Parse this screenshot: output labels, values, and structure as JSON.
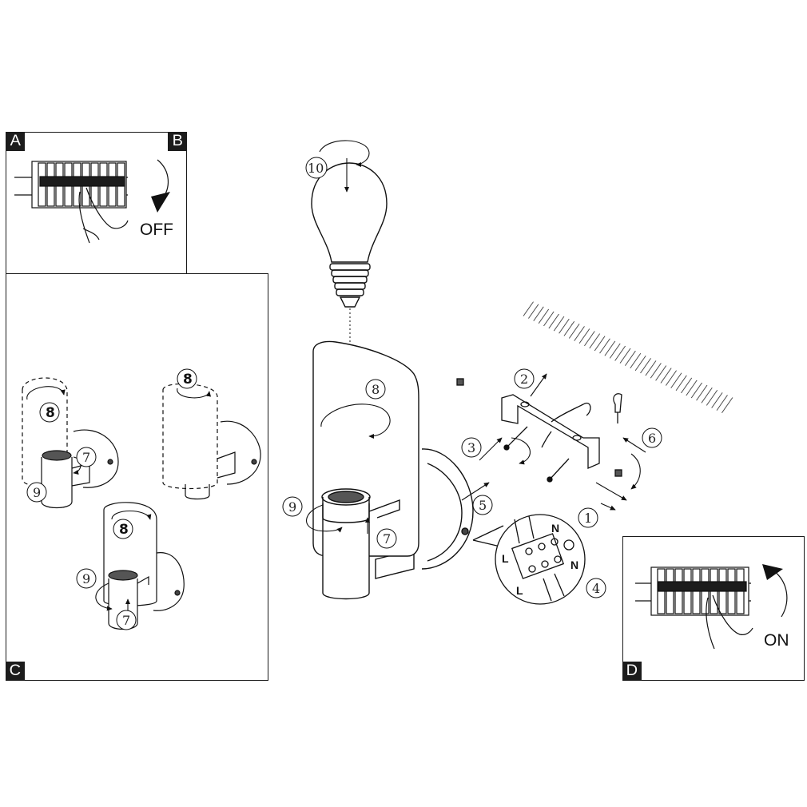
{
  "panels": {
    "A": {
      "label": "A"
    },
    "B": {
      "label": "B"
    },
    "C": {
      "label": "C"
    },
    "D": {
      "label": "D"
    }
  },
  "switch_off_text": "OFF",
  "switch_on_text": "ON",
  "steps": {
    "s1": "1",
    "s2": "2",
    "s3": "3",
    "s4": "4",
    "s5": "5",
    "s6": "6",
    "s7": "7",
    "s8": "8",
    "s9": "9",
    "s10": "10"
  },
  "terminal_labels": {
    "L": "L",
    "N": "N"
  }
}
